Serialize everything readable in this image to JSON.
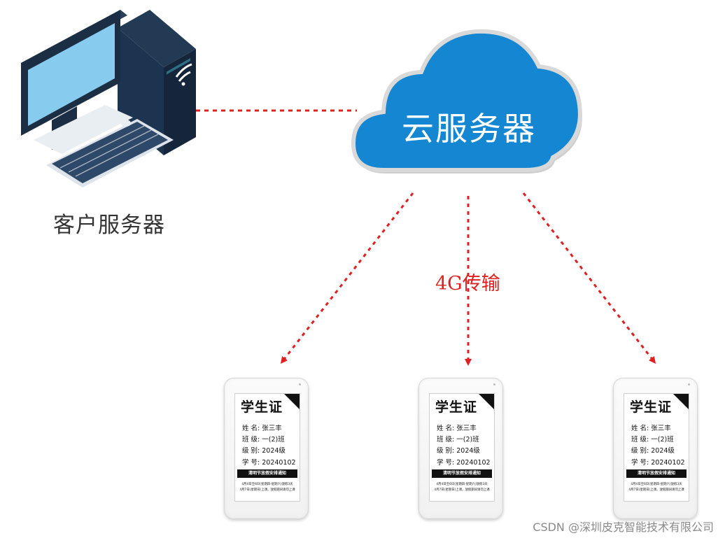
{
  "client": {
    "label": "客户服务器"
  },
  "cloud": {
    "label": "云服务器"
  },
  "link": {
    "label": "4G传输"
  },
  "colors": {
    "cloud_fill": "#1587d2",
    "link_line": "#e02020",
    "label_red": "#e02020"
  },
  "devices": [
    {
      "card_title": "学生证",
      "name": "姓 名: 张三丰",
      "class": "班 级: 一(2)班",
      "grade": "级 别: 2024级",
      "student_id": "学 号: 20240102",
      "notice_title": "清明节放假安排通知",
      "notice_line1": "4月4日至6日(星期四-星期六)放假3天",
      "notice_line2": "4月7日(星期日)上课。放假期间请勿上课"
    },
    {
      "card_title": "学生证",
      "name": "姓 名: 张三丰",
      "class": "班 级: 一(2)班",
      "grade": "级 别: 2024级",
      "student_id": "学 号: 20240102",
      "notice_title": "清明节放假安排通知",
      "notice_line1": "4月4日至6日(星期四-星期六)放假3天",
      "notice_line2": "4月7日(星期日)上课。放假期间请勿上课"
    },
    {
      "card_title": "学生证",
      "name": "姓 名: 张三丰",
      "class": "班 级: 一(2)班",
      "grade": "级 别: 2024级",
      "student_id": "学 号: 20240102",
      "notice_title": "清明节放假安排通知",
      "notice_line1": "4月4日至6日(星期四-星期六)放假3天",
      "notice_line2": "4月7日(星期日)上课。放假期间请勿上课"
    }
  ],
  "watermark": "CSDN @深圳皮克智能技术有限公司"
}
